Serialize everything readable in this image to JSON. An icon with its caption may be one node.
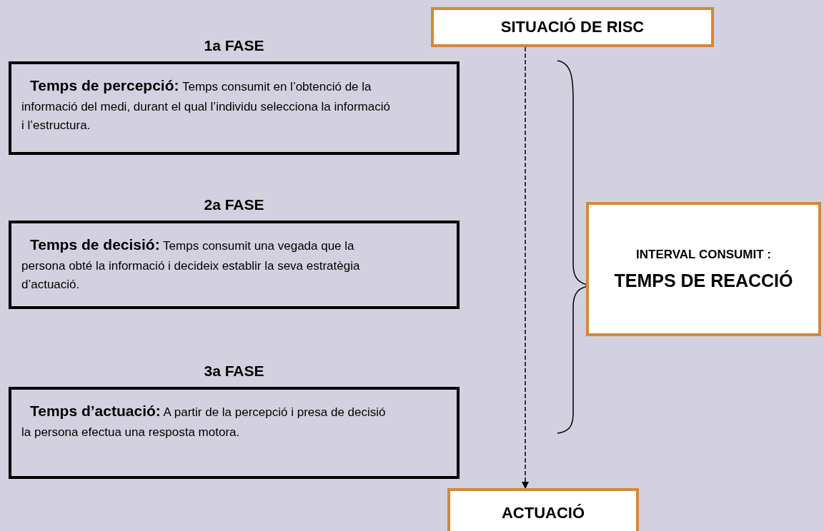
{
  "diagram": {
    "nodes": [
      {
        "text": [
          "SITUACIÓ DE RISC"
        ]
      },
      {
        "text": [
          "1a FASE",
          "**Temps de percepció:** Temps consumit en l’obtenció de la informació del medi, durant el qual l’individu selecciona la informació i l’estructura."
        ]
      },
      {
        "text": [
          "2a FASE",
          "**Temps de decisió:** Temps consumit una vegada que la persona obté la informació i decideix establir la seva estratègia d’actuació."
        ]
      },
      {
        "text": [
          "3a FASE",
          "**Temps d’actuació:** A partir de la percepció i presa de decisió la persona efectua una resposta motora."
        ]
      },
      {
        "text": [
          "INTERVAL CONSUMIT :",
          "TEMPS DE REACCIÓ"
        ]
      },
      {
        "text": [
          "ACTUACIÓ"
        ]
      }
    ],
    "edges": [
      {
        "from": 0,
        "to": 5,
        "arrow": "to",
        "style": "dashed"
      }
    ]
  }
}
